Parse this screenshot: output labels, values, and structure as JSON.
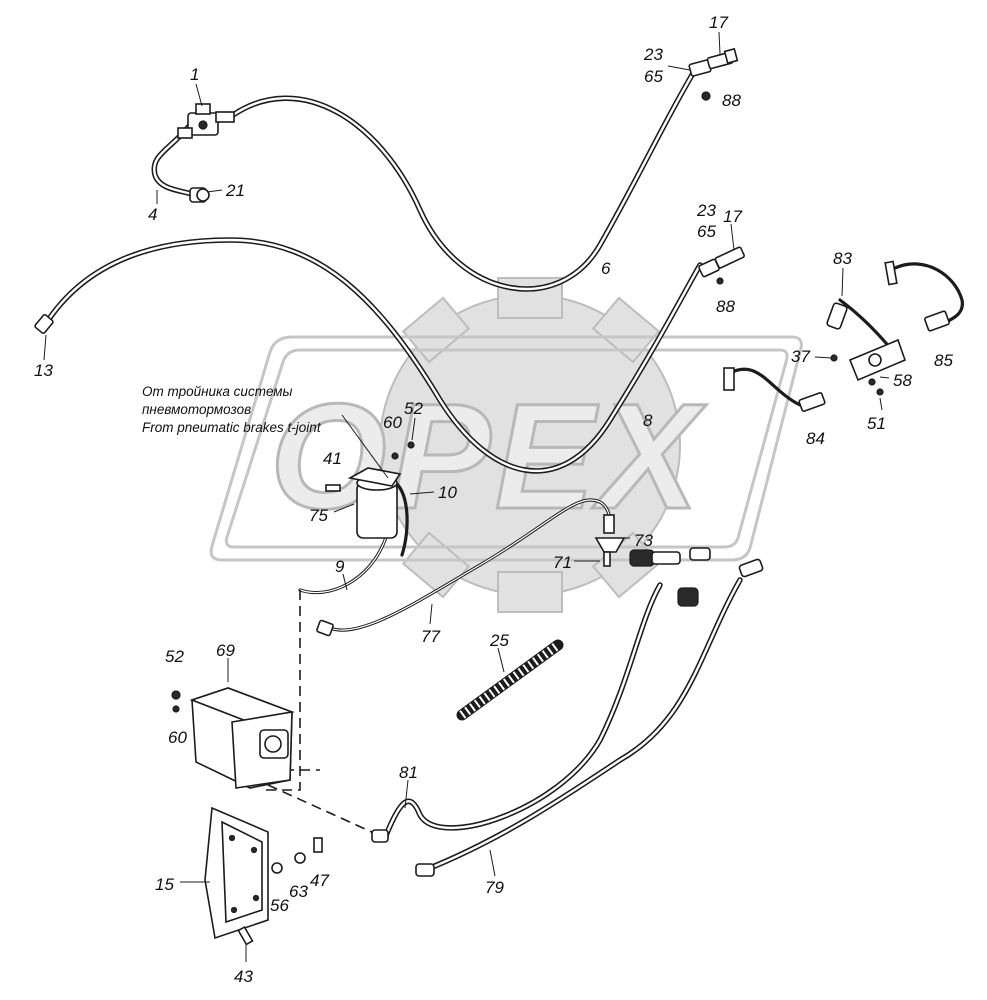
{
  "watermark": {
    "text": "OPEX"
  },
  "note_lines": [
    "От тройника системы",
    "пневмотормозов",
    "From pneumatic brakes t-joint"
  ],
  "callouts": {
    "c1": "1",
    "c4": "4",
    "c21": "21",
    "c13": "13",
    "c6": "6",
    "c17a": "17",
    "c23a": "23",
    "c65a": "65",
    "c88a": "88",
    "c23b": "23",
    "c17b": "17",
    "c65b": "65",
    "c88b": "88",
    "c83": "83",
    "c85": "85",
    "c37": "37",
    "c58": "58",
    "c51": "51",
    "c84": "84",
    "c8": "8",
    "c52a": "52",
    "c60a": "60",
    "c41": "41",
    "c10": "10",
    "c75": "75",
    "c73": "73",
    "c71": "71",
    "c9": "9",
    "c77": "77",
    "c25": "25",
    "c52b": "52",
    "c69": "69",
    "c60b": "60",
    "c81": "81",
    "c79": "79",
    "c15": "15",
    "c56": "56",
    "c63": "63",
    "c47": "47",
    "c43": "43"
  }
}
